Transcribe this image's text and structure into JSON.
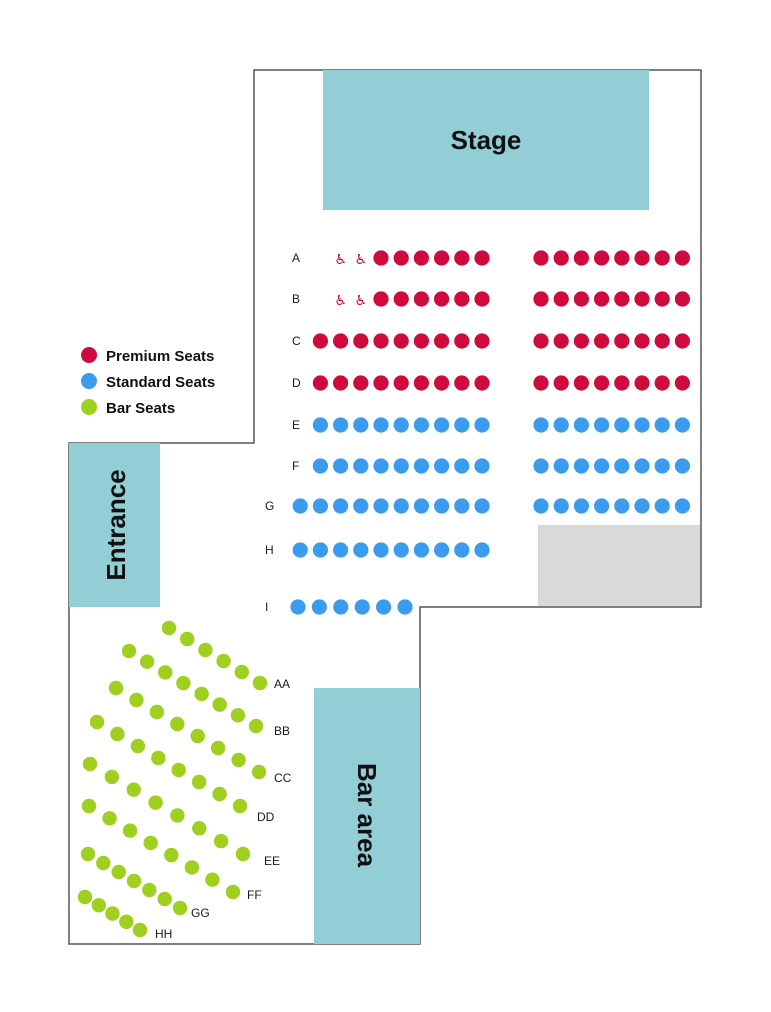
{
  "zones": {
    "stage": "Stage",
    "entrance": "Entrance",
    "bar_area": "Bar area"
  },
  "legend": [
    {
      "label": "Premium Seats",
      "color": "#cf0a3c"
    },
    {
      "label": "Standard Seats",
      "color": "#3a9bef"
    },
    {
      "label": "Bar Seats",
      "color": "#9fcf1f"
    }
  ],
  "colors": {
    "premium": "#cf0a3c",
    "standard": "#3a9bef",
    "bar": "#9fcf1f",
    "zone_fill": "#93cdd6",
    "blocked_area": "#d9d9d9",
    "outline": "#555555"
  },
  "main_rows": [
    {
      "label": "A",
      "type": "premium",
      "left_wheelchair": 2,
      "left_seats": 6,
      "right_seats": 8
    },
    {
      "label": "B",
      "type": "premium",
      "left_wheelchair": 2,
      "left_seats": 6,
      "right_seats": 8
    },
    {
      "label": "C",
      "type": "premium",
      "left_wheelchair": 0,
      "left_seats": 9,
      "right_seats": 8
    },
    {
      "label": "D",
      "type": "premium",
      "left_wheelchair": 0,
      "left_seats": 9,
      "right_seats": 8
    },
    {
      "label": "E",
      "type": "standard",
      "left_wheelchair": 0,
      "left_seats": 9,
      "right_seats": 8
    },
    {
      "label": "F",
      "type": "standard",
      "left_wheelchair": 0,
      "left_seats": 9,
      "right_seats": 8
    },
    {
      "label": "G",
      "type": "standard",
      "left_wheelchair": 0,
      "left_seats": 10,
      "right_seats": 8
    },
    {
      "label": "H",
      "type": "standard",
      "left_wheelchair": 0,
      "left_seats": 10,
      "right_seats": 0
    },
    {
      "label": "I",
      "type": "standard",
      "left_wheelchair": 0,
      "left_seats": 6,
      "right_seats": 0
    }
  ],
  "wheelchair_icon": "wheelchair-icon",
  "bar_rows": [
    {
      "label": "AA",
      "seats": 6
    },
    {
      "label": "BB",
      "seats": 7
    },
    {
      "label": "CC",
      "seats": 7
    },
    {
      "label": "DD",
      "seats": 7
    },
    {
      "label": "EE",
      "seats": 7
    },
    {
      "label": "FF",
      "seats": 7
    },
    {
      "label": "GG",
      "seats": 6
    },
    {
      "label": "HH",
      "seats": 4
    }
  ]
}
